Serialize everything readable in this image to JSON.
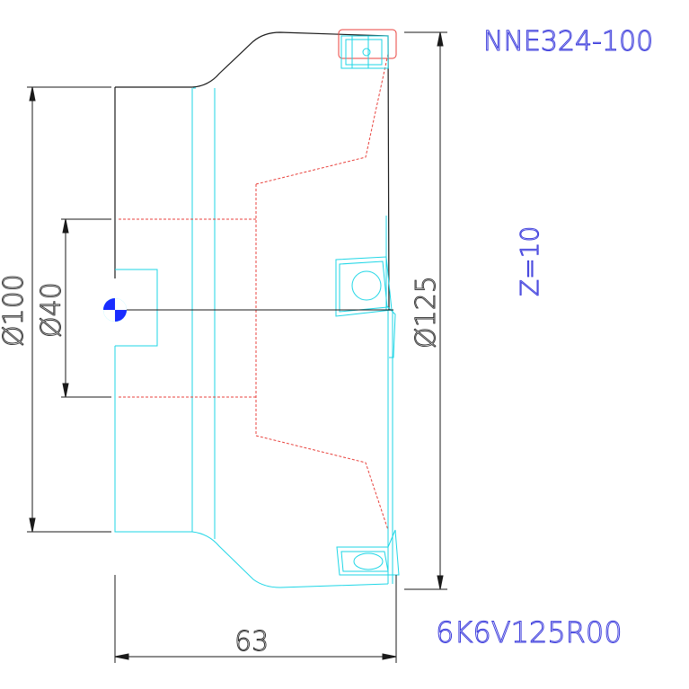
{
  "drawing": {
    "insert_code": "NNE324-100",
    "teeth": "Z=10",
    "part_number": "6K6V125R00",
    "dim_outer_diameter": "Ø125",
    "dim_body_diameter": "Ø100",
    "dim_bore_diameter": "Ø40",
    "dim_height": "63"
  },
  "colors": {
    "outline_black": "#1a1a1a",
    "outline_cyan": "#1ed6e6",
    "hidden_red": "#e8413c",
    "label_blue": "#3b3bdc",
    "center_mark_cyan": "#00d8ff",
    "center_mark_blue": "#1a2cff"
  }
}
